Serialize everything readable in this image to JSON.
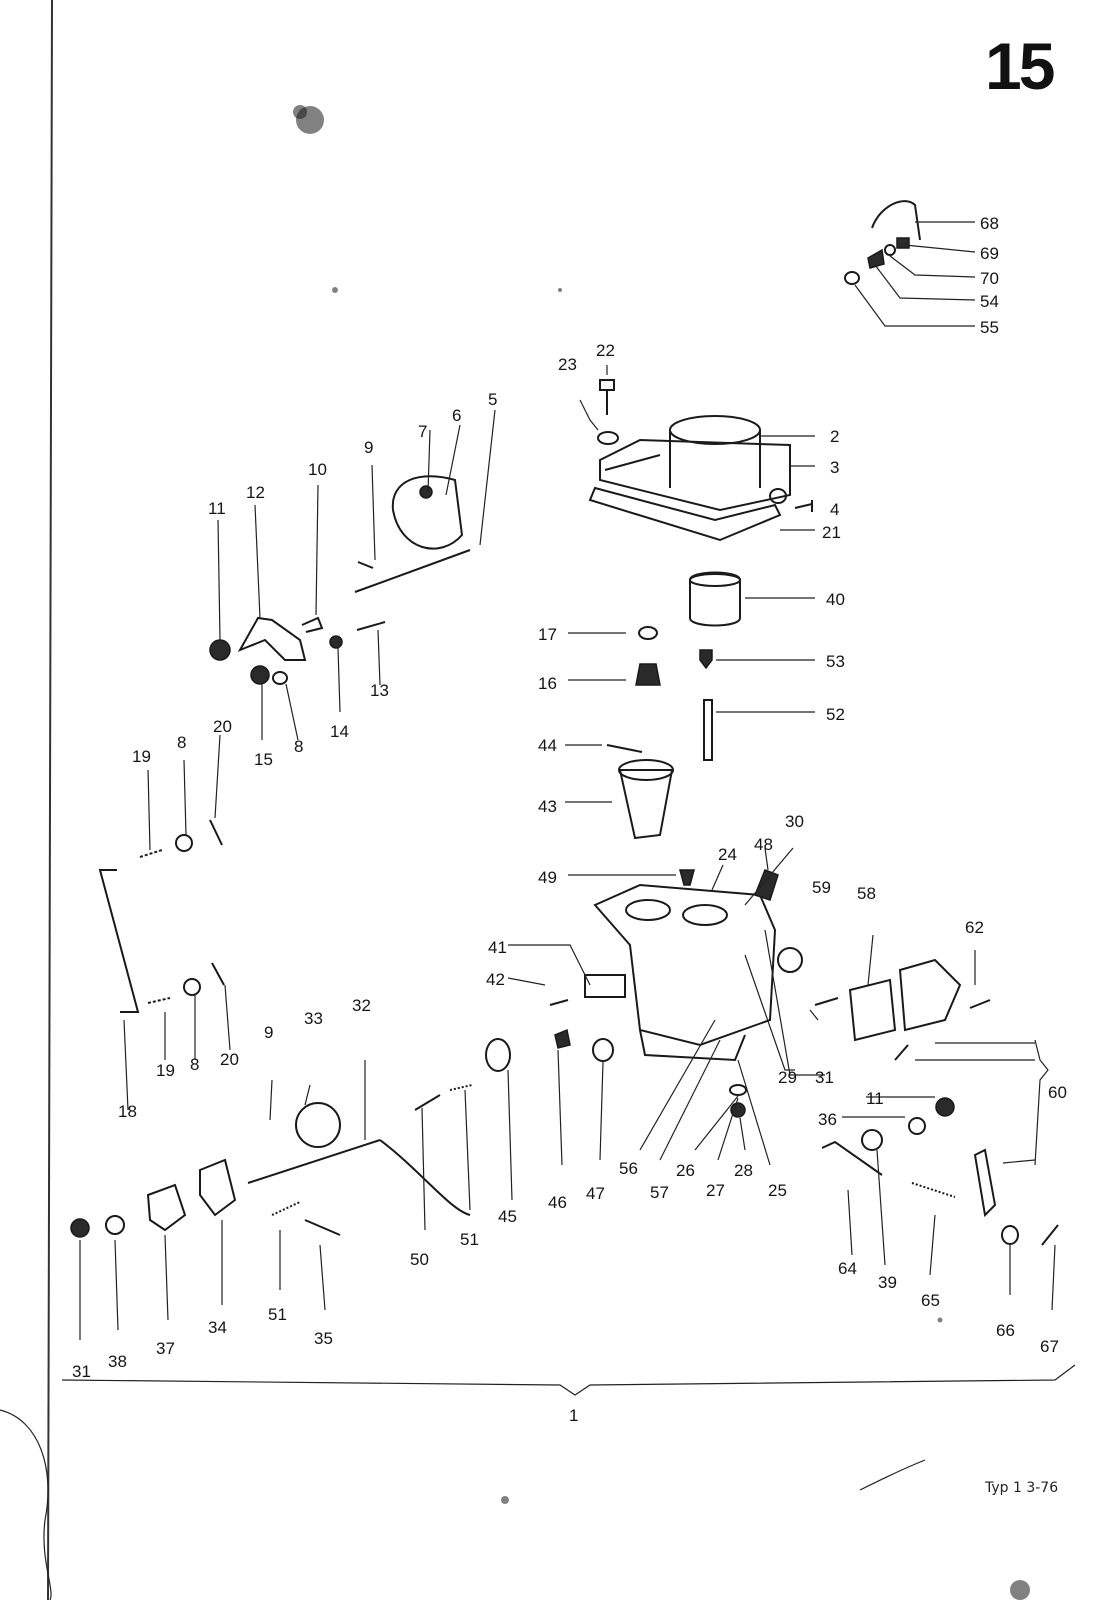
{
  "page_number": "15",
  "assembly_label": "1",
  "footer_code": "Typ 1 3-76",
  "callouts": [
    {
      "id": "c68",
      "text": "68"
    },
    {
      "id": "c69",
      "text": "69"
    },
    {
      "id": "c70",
      "text": "70"
    },
    {
      "id": "c54",
      "text": "54"
    },
    {
      "id": "c55",
      "text": "55"
    },
    {
      "id": "c2",
      "text": "2"
    },
    {
      "id": "c3",
      "text": "3"
    },
    {
      "id": "c4",
      "text": "4"
    },
    {
      "id": "c21",
      "text": "21"
    },
    {
      "id": "c22",
      "text": "22"
    },
    {
      "id": "c23",
      "text": "23"
    },
    {
      "id": "c5",
      "text": "5"
    },
    {
      "id": "c6",
      "text": "6"
    },
    {
      "id": "c7",
      "text": "7"
    },
    {
      "id": "c9a",
      "text": "9"
    },
    {
      "id": "c10",
      "text": "10"
    },
    {
      "id": "c11a",
      "text": "11"
    },
    {
      "id": "c12",
      "text": "12"
    },
    {
      "id": "c13",
      "text": "13"
    },
    {
      "id": "c14",
      "text": "14"
    },
    {
      "id": "c15",
      "text": "15"
    },
    {
      "id": "c8a",
      "text": "8"
    },
    {
      "id": "c40",
      "text": "40"
    },
    {
      "id": "c17",
      "text": "17"
    },
    {
      "id": "c53",
      "text": "53"
    },
    {
      "id": "c16",
      "text": "16"
    },
    {
      "id": "c52",
      "text": "52"
    },
    {
      "id": "c44",
      "text": "44"
    },
    {
      "id": "c43",
      "text": "43"
    },
    {
      "id": "c19a",
      "text": "19"
    },
    {
      "id": "c8b",
      "text": "8"
    },
    {
      "id": "c20a",
      "text": "20"
    },
    {
      "id": "c24",
      "text": "24"
    },
    {
      "id": "c30",
      "text": "30"
    },
    {
      "id": "c48",
      "text": "48"
    },
    {
      "id": "c49",
      "text": "49"
    },
    {
      "id": "c59",
      "text": "59"
    },
    {
      "id": "c58",
      "text": "58"
    },
    {
      "id": "c62",
      "text": "62"
    },
    {
      "id": "c41",
      "text": "41"
    },
    {
      "id": "c42",
      "text": "42"
    },
    {
      "id": "c29",
      "text": "29"
    },
    {
      "id": "c31",
      "text": "31"
    },
    {
      "id": "c60",
      "text": "60"
    },
    {
      "id": "c11b",
      "text": "11"
    },
    {
      "id": "c36",
      "text": "36"
    },
    {
      "id": "c18",
      "text": "18"
    },
    {
      "id": "c19b",
      "text": "19"
    },
    {
      "id": "c8c",
      "text": "8"
    },
    {
      "id": "c20b",
      "text": "20"
    },
    {
      "id": "c9b",
      "text": "9"
    },
    {
      "id": "c33",
      "text": "33"
    },
    {
      "id": "c32",
      "text": "32"
    },
    {
      "id": "c45",
      "text": "45"
    },
    {
      "id": "c46",
      "text": "46"
    },
    {
      "id": "c47",
      "text": "47"
    },
    {
      "id": "c56",
      "text": "56"
    },
    {
      "id": "c57",
      "text": "57"
    },
    {
      "id": "c26",
      "text": "26"
    },
    {
      "id": "c27",
      "text": "27"
    },
    {
      "id": "c28",
      "text": "28"
    },
    {
      "id": "c25",
      "text": "25"
    },
    {
      "id": "c50",
      "text": "50"
    },
    {
      "id": "c51a",
      "text": "51"
    },
    {
      "id": "c64",
      "text": "64"
    },
    {
      "id": "c39",
      "text": "39"
    },
    {
      "id": "c65",
      "text": "65"
    },
    {
      "id": "c66",
      "text": "66"
    },
    {
      "id": "c67",
      "text": "67"
    },
    {
      "id": "c31b",
      "text": "31"
    },
    {
      "id": "c38",
      "text": "38"
    },
    {
      "id": "c37",
      "text": "37"
    },
    {
      "id": "c34",
      "text": "34"
    },
    {
      "id": "c51b",
      "text": "51"
    },
    {
      "id": "c35",
      "text": "35"
    }
  ]
}
